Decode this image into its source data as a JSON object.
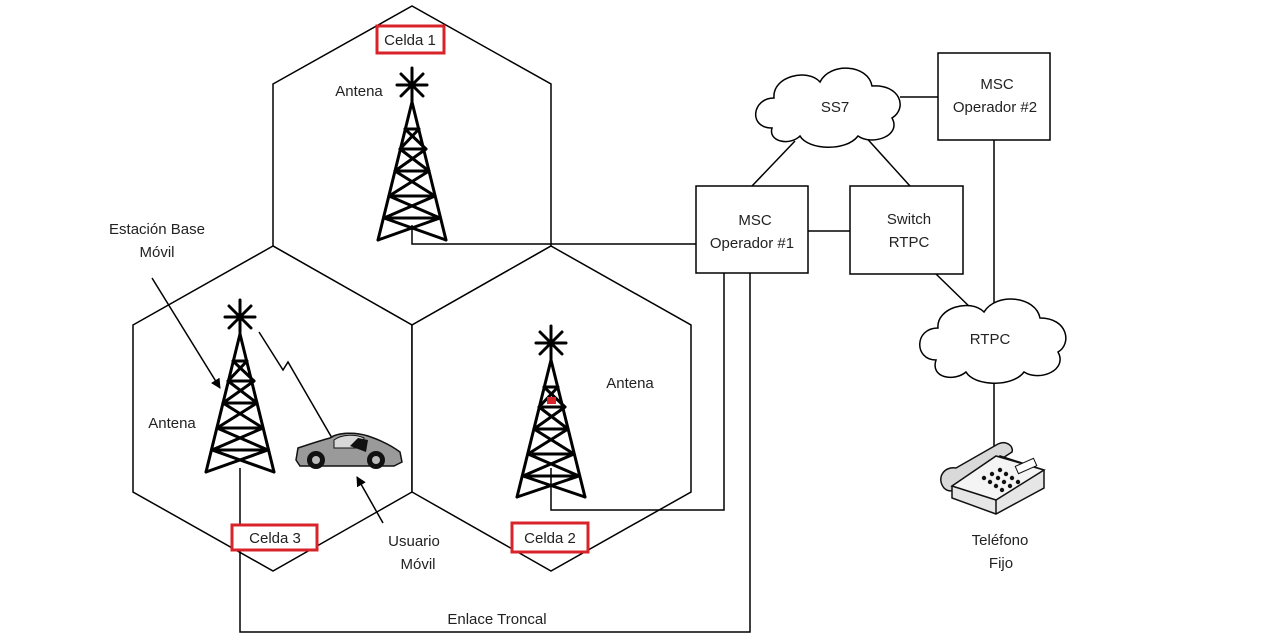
{
  "cells": {
    "cell1": "Celda 1",
    "cell2": "Celda 2",
    "cell3": "Celda 3"
  },
  "antennas": {
    "cell1": "Antena",
    "cell2": "Antena",
    "cell3": "Antena"
  },
  "base_station": {
    "line1": "Estación Base",
    "line2": "Móvil"
  },
  "mobile_user": {
    "line1": "Usuario",
    "line2": "Móvil"
  },
  "trunk_link": "Enlace Troncal",
  "msc1": {
    "line1": "MSC",
    "line2": "Operador #1"
  },
  "msc2": {
    "line1": "MSC",
    "line2": "Operador #2"
  },
  "switch": {
    "line1": "Switch",
    "line2": "RTPC"
  },
  "ss7": "SS7",
  "rtpc": "RTPC",
  "phone": {
    "line1": "Teléfono",
    "line2": "Fijo"
  },
  "colors": {
    "highlight": "#d8232a",
    "line": "#000000"
  }
}
